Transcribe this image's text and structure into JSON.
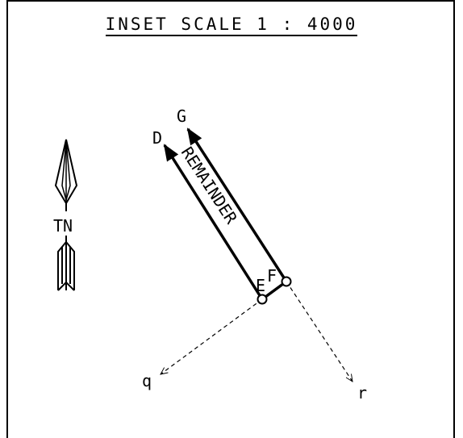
{
  "title": "INSET SCALE 1 : 4000",
  "north_arrow": {
    "label": "TN"
  },
  "parcel": {
    "label": "REMAINDER"
  },
  "points": {
    "D": "D",
    "G": "G",
    "E": "E",
    "F": "F",
    "q": "q",
    "r": "r"
  }
}
